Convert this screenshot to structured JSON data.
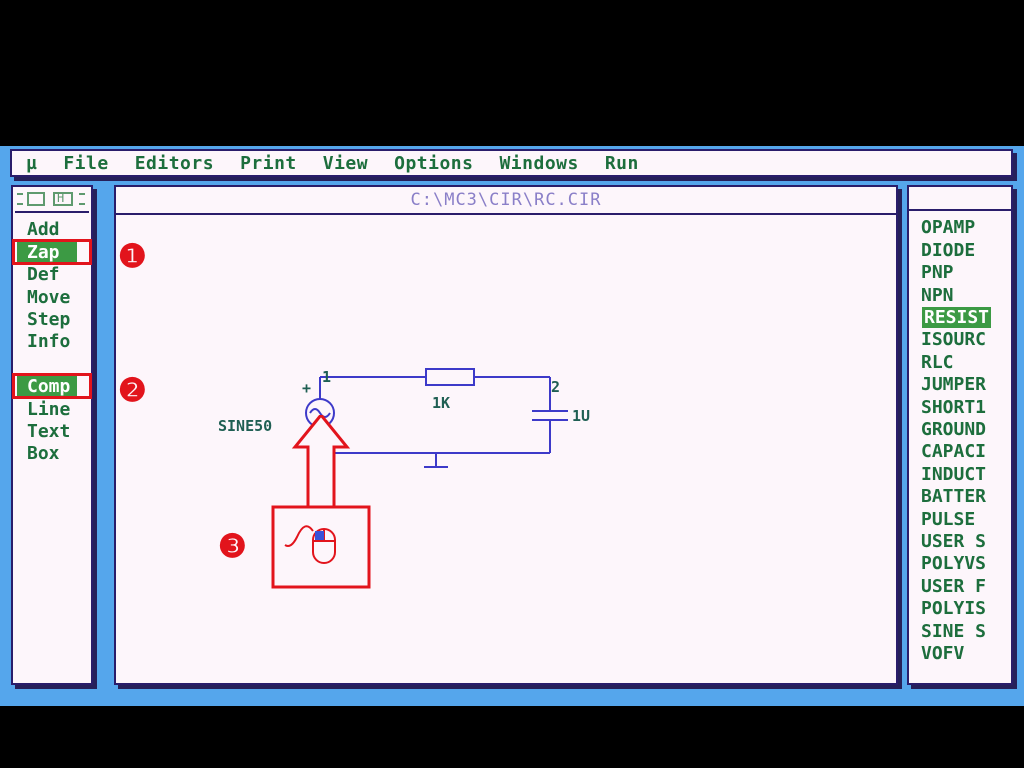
{
  "menu": {
    "logo": "µ",
    "items": [
      "File",
      "Editors",
      "Print",
      "View",
      "Options",
      "Windows",
      "Run"
    ]
  },
  "modes": {
    "add": "Add",
    "zap": "Zap",
    "def": "Def",
    "move": "Move",
    "step": "Step",
    "info": "Info",
    "comp": "Comp",
    "line": "Line",
    "text": "Text",
    "box": "Box"
  },
  "workspace": {
    "title": "C:\\MC3\\CIR\\RC.CIR"
  },
  "circuit": {
    "source_label": "SINE50",
    "resistor_label": "1K",
    "capacitor_label": "1U",
    "node1": "1",
    "node2": "2",
    "plus": "+"
  },
  "components": [
    "OPAMP",
    "DIODE",
    "PNP",
    "NPN",
    "RESIST",
    "ISOURC",
    "RLC",
    "JUMPER",
    "SHORT1",
    "GROUND",
    "CAPACI",
    "INDUCT",
    "BATTER",
    "PULSE",
    "USER S",
    "POLYVS",
    "USER F",
    "POLYIS",
    "SINE S",
    "VOFV"
  ],
  "selected_component": "RESIST",
  "callouts": {
    "one": "❶",
    "two": "❷",
    "three": "❸"
  },
  "colors": {
    "background": "#55a6ec",
    "panel": "#fdf6fb",
    "selection": "#3c9a44",
    "callout": "#e2141c",
    "wire": "#3d3ac9"
  }
}
